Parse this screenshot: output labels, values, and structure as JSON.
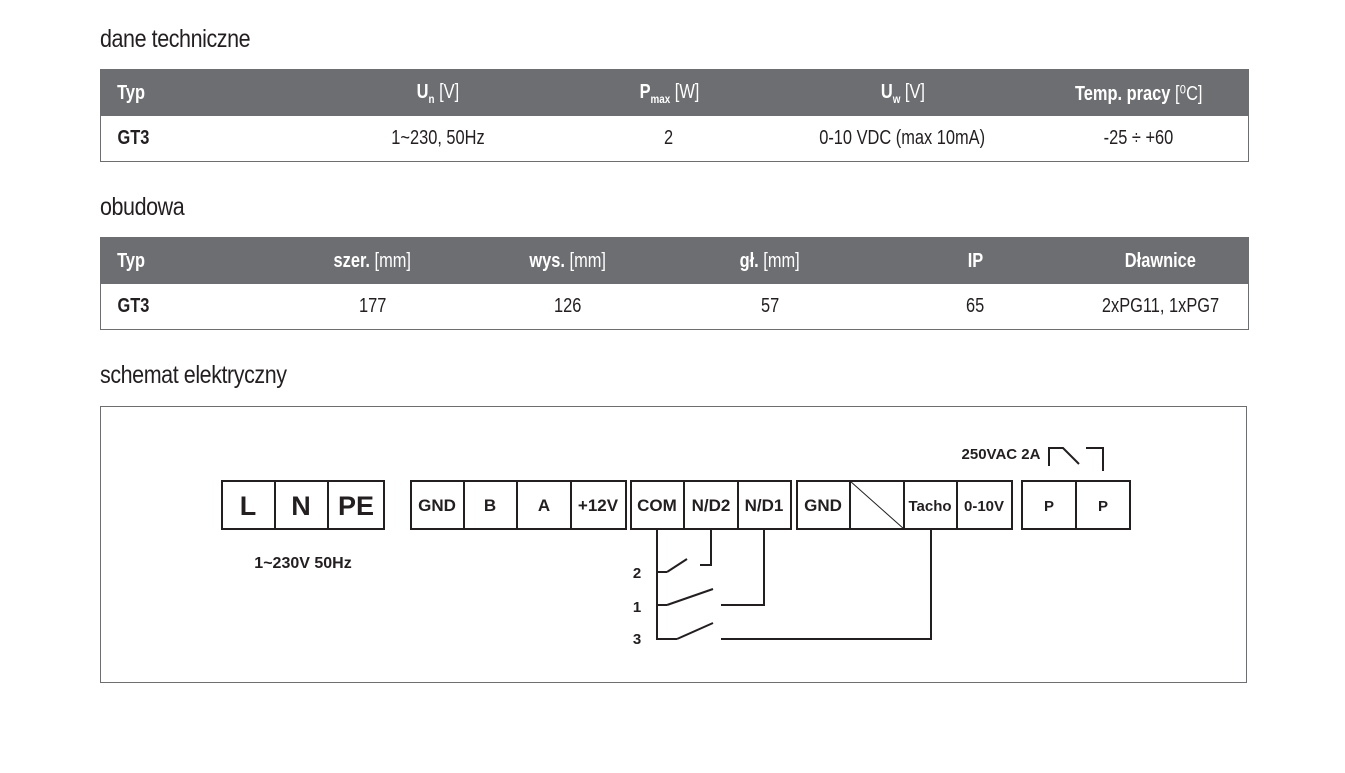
{
  "sections": {
    "tech": "dane techniczne",
    "housing": "obudowa",
    "schematic": "schemat elektryczny"
  },
  "tech_table": {
    "headers": {
      "typ": "Typ",
      "un": "U",
      "un_sub": "n",
      "un_unit": "[V]",
      "pmax": "P",
      "pmax_sub": "max",
      "pmax_unit": "[W]",
      "uw": "U",
      "uw_sub": "w",
      "uw_unit": "[V]",
      "temp": "Temp. pracy",
      "temp_unit": "[⁰C]"
    },
    "row": {
      "typ": "GT3",
      "un": "1~230, 50Hz",
      "pmax": "2",
      "uw": "0-10 VDC (max 10mA)",
      "temp": "-25 ÷ +60"
    }
  },
  "housing_table": {
    "headers": {
      "typ": "Typ",
      "szer": "szer.",
      "szer_unit": "[mm]",
      "wys": "wys.",
      "wys_unit": "[mm]",
      "gl": "gł.",
      "gl_unit": "[mm]",
      "ip": "IP",
      "dlawnice": "Dławnice"
    },
    "row": {
      "typ": "GT3",
      "szer": "177",
      "wys": "126",
      "gl": "57",
      "ip": "65",
      "dlawnice": "2xPG11, 1xPG7"
    }
  },
  "diagram": {
    "power_terminals": [
      "L",
      "N",
      "PE"
    ],
    "power_label": "1~230V 50Hz",
    "bus_terminals": [
      "GND",
      "B",
      "A",
      "+12V"
    ],
    "input_terminals": [
      "COM",
      "N/D2",
      "N/D1"
    ],
    "signal_terminals": [
      "GND",
      "",
      "Tacho",
      "0-10V"
    ],
    "relay_terminals": [
      "P",
      "P"
    ],
    "relay_label": "250VAC 2A",
    "switch_labels": [
      "2",
      "1",
      "3"
    ]
  }
}
